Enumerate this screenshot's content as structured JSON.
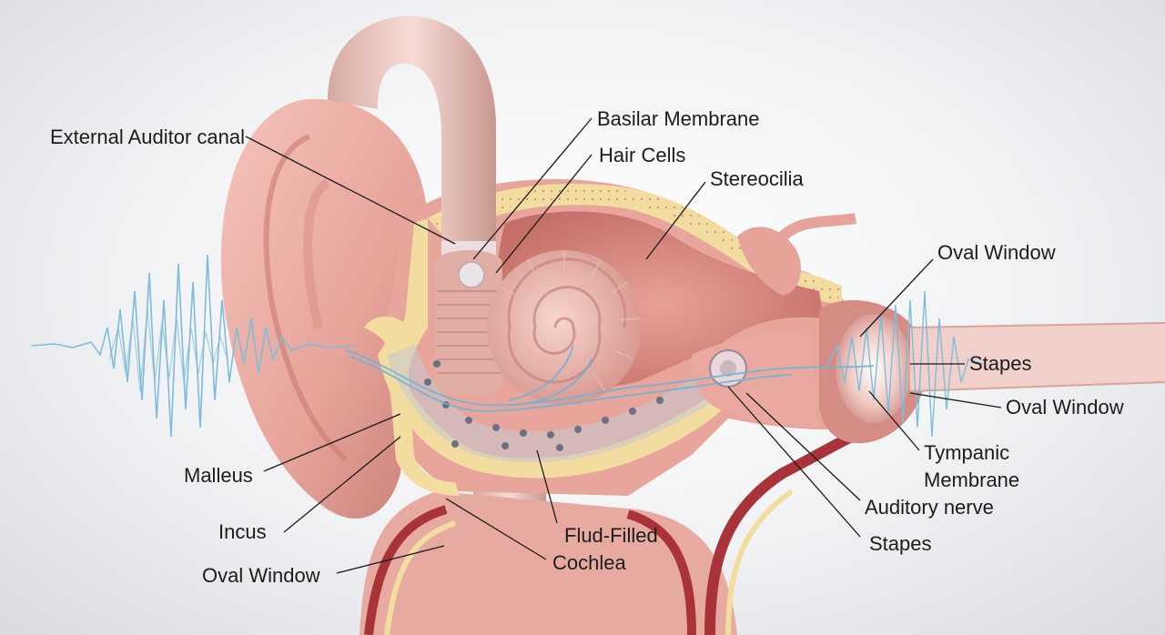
{
  "labels": {
    "external_auditor_canal": "External Auditor canal",
    "basilar_membrane": "Basilar Membrane",
    "hair_cells": "Hair Cells",
    "stereocilia": "Stereocilia",
    "oval_window_top": "Oval Window",
    "stapes_right": "Stapes",
    "oval_window_right": "Oval Window",
    "tympanic_line1": "Tympanic",
    "tympanic_line2": "Membrane",
    "auditory_nerve": "Auditory nerve",
    "stapes_bottom": "Stapes",
    "malleus": "Malleus",
    "incus": "Incus",
    "oval_window_left": "Oval Window",
    "fluid_line1": "Flud-Filled",
    "fluid_line2": "Cochlea"
  },
  "colors": {
    "skin": "#e9a9a0",
    "skin_dark": "#c97a72",
    "tissue_yellow": "#f2dca0",
    "vessel_red": "#a8343a",
    "wave_blue": "#6fb4d6",
    "background": "#eef0f2"
  }
}
